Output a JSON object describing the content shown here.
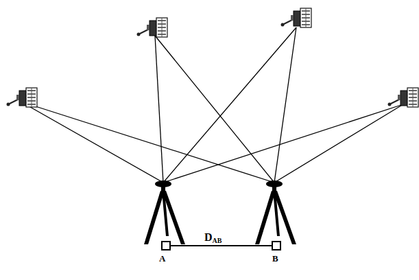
{
  "diagram": {
    "labels": [
      "A",
      "B",
      "D",
      "AB"
    ]
  }
}
